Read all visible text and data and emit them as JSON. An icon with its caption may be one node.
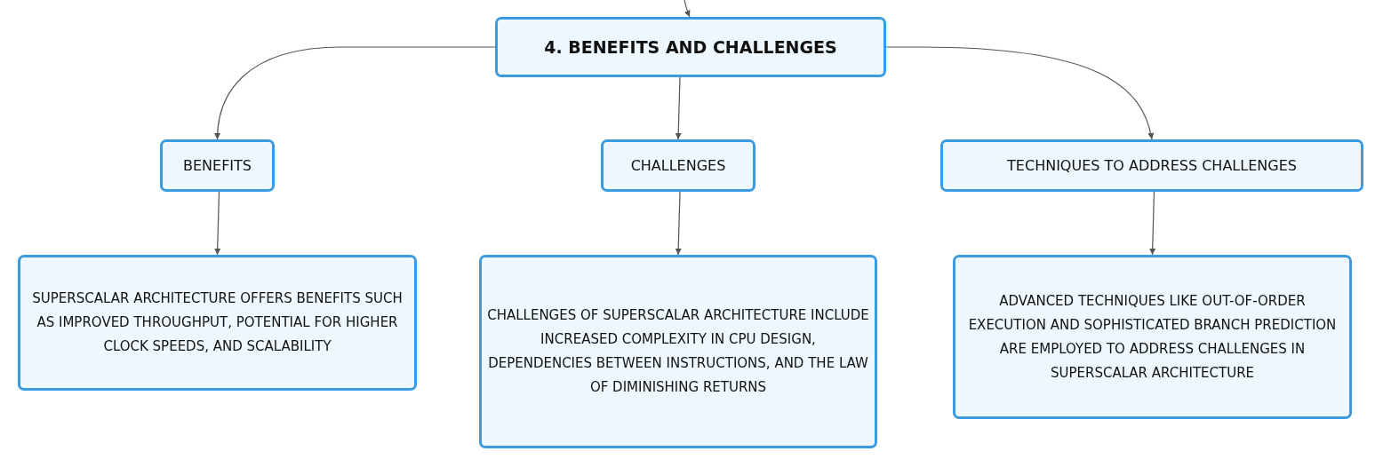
{
  "diagram": {
    "nodes": [
      {
        "text": [
          "4. BENEFITS AND CHALLENGES"
        ]
      },
      {
        "text": [
          "BENEFITS"
        ]
      },
      {
        "text": [
          "CHALLENGES"
        ]
      },
      {
        "text": [
          "TECHNIQUES TO ADDRESS CHALLENGES"
        ]
      },
      {
        "text": [
          "SUPERSCALAR ARCHITECTURE OFFERS BENEFITS SUCH AS IMPROVED THROUGHPUT, POTENTIAL FOR HIGHER CLOCK SPEEDS, AND SCALABILITY"
        ]
      },
      {
        "text": [
          "CHALLENGES OF SUPERSCALAR ARCHITECTURE INCLUDE INCREASED COMPLEXITY IN CPU DESIGN, DEPENDENCIES BETWEEN INSTRUCTIONS, AND THE LAW OF DIMINISHING RETURNS"
        ]
      },
      {
        "text": [
          "ADVANCED TECHNIQUES LIKE OUT-OF-ORDER EXECUTION AND SOPHISTICATED BRANCH PREDICTION ARE EMPLOYED TO ADDRESS CHALLENGES IN SUPERSCALAR ARCHITECTURE"
        ]
      }
    ],
    "edges": [
      {
        "from": null,
        "to": 0,
        "arrow": "to"
      },
      {
        "from": 0,
        "to": 1,
        "arrow": "to"
      },
      {
        "from": 0,
        "to": 2,
        "arrow": "to"
      },
      {
        "from": 0,
        "to": 3,
        "arrow": "to"
      },
      {
        "from": 1,
        "to": 4,
        "arrow": "to"
      },
      {
        "from": 2,
        "to": 5,
        "arrow": "to"
      },
      {
        "from": 3,
        "to": 6,
        "arrow": "to"
      }
    ]
  }
}
